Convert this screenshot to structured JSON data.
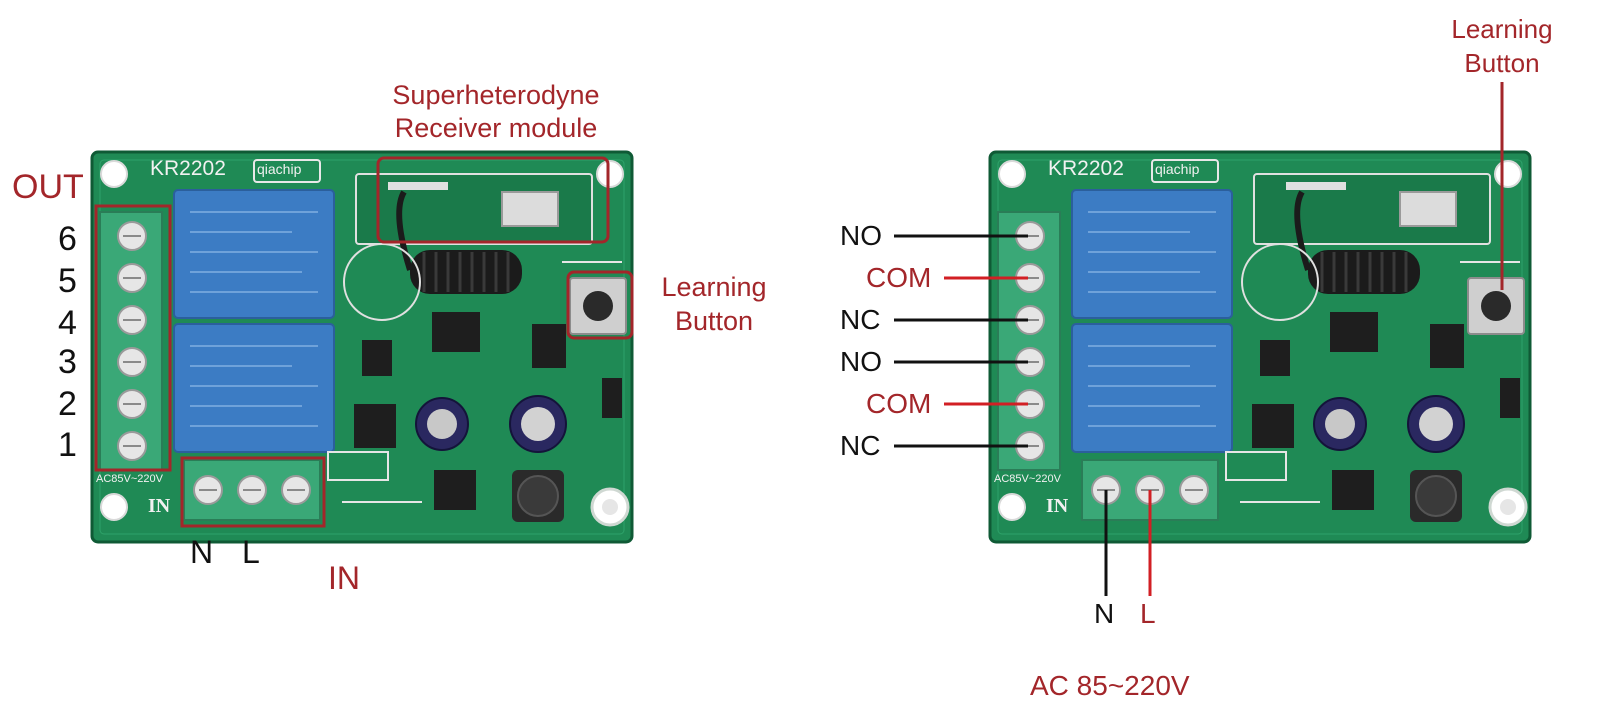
{
  "colors": {
    "pcb": "#1f8a55",
    "pcb_dark": "#156b40",
    "relay": "#3c7cc4",
    "terminal": "#3aa877",
    "annotation_red": "#a3262a",
    "wire_red": "#d21f24",
    "wire_black": "#111111"
  },
  "left_board": {
    "model": "KR2202",
    "brand": "qiachip",
    "voltage_print": "AC85V~220V",
    "in_print": "IN",
    "labels": {
      "out": "OUT",
      "pins": [
        "6",
        "5",
        "4",
        "3",
        "2",
        "1"
      ],
      "module_line1": "Superheterodyne",
      "module_line2": "Receiver module",
      "learning_line1": "Learning",
      "learning_line2": "Button",
      "n": "N",
      "l": "L",
      "in": "IN"
    }
  },
  "right_board": {
    "model": "KR2202",
    "brand": "qiachip",
    "voltage_print": "AC85V~220V",
    "in_print": "IN",
    "labels": {
      "wires": [
        "NO",
        "COM",
        "NC",
        "NO",
        "COM",
        "NC"
      ],
      "learning_line1": "Learning",
      "learning_line2": "Button",
      "n": "N",
      "l": "L",
      "ac": "AC 85~220V"
    }
  },
  "icons": [
    "pcb-board-icon",
    "relay-icon",
    "terminal-block-icon",
    "antenna-coil-icon",
    "push-button-icon",
    "capacitor-icon",
    "inductor-icon",
    "ic-chip-icon",
    "mounting-hole-icon"
  ]
}
